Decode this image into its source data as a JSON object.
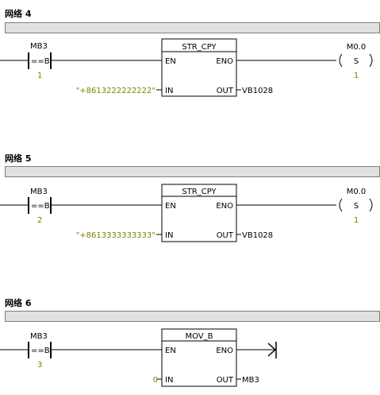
{
  "networks": [
    {
      "title": "网络 4",
      "contact": {
        "address": "MB3",
        "compare": "==B",
        "value": "1"
      },
      "box": {
        "name": "STR_CPY",
        "en": "EN",
        "eno": "ENO",
        "in": "IN",
        "out": "OUT",
        "in_value": "\"+8613222222222\"",
        "out_value": "VB1028"
      },
      "coil": {
        "address": "M0.0",
        "op": "S",
        "count": "1"
      }
    },
    {
      "title": "网络 5",
      "contact": {
        "address": "MB3",
        "compare": "==B",
        "value": "2"
      },
      "box": {
        "name": "STR_CPY",
        "en": "EN",
        "eno": "ENO",
        "in": "IN",
        "out": "OUT",
        "in_value": "\"+8613333333333\"",
        "out_value": "VB1028"
      },
      "coil": {
        "address": "M0.0",
        "op": "S",
        "count": "1"
      }
    },
    {
      "title": "网络 6",
      "contact": {
        "address": "MB3",
        "compare": "==B",
        "value": "3"
      },
      "box": {
        "name": "MOV_B",
        "en": "EN",
        "eno": "ENO",
        "in": "IN",
        "out": "OUT",
        "in_value": "0",
        "out_value": "MB3"
      }
    }
  ],
  "colors": {
    "value_text": "#808000",
    "comment_bar": "#e0e0e0"
  }
}
